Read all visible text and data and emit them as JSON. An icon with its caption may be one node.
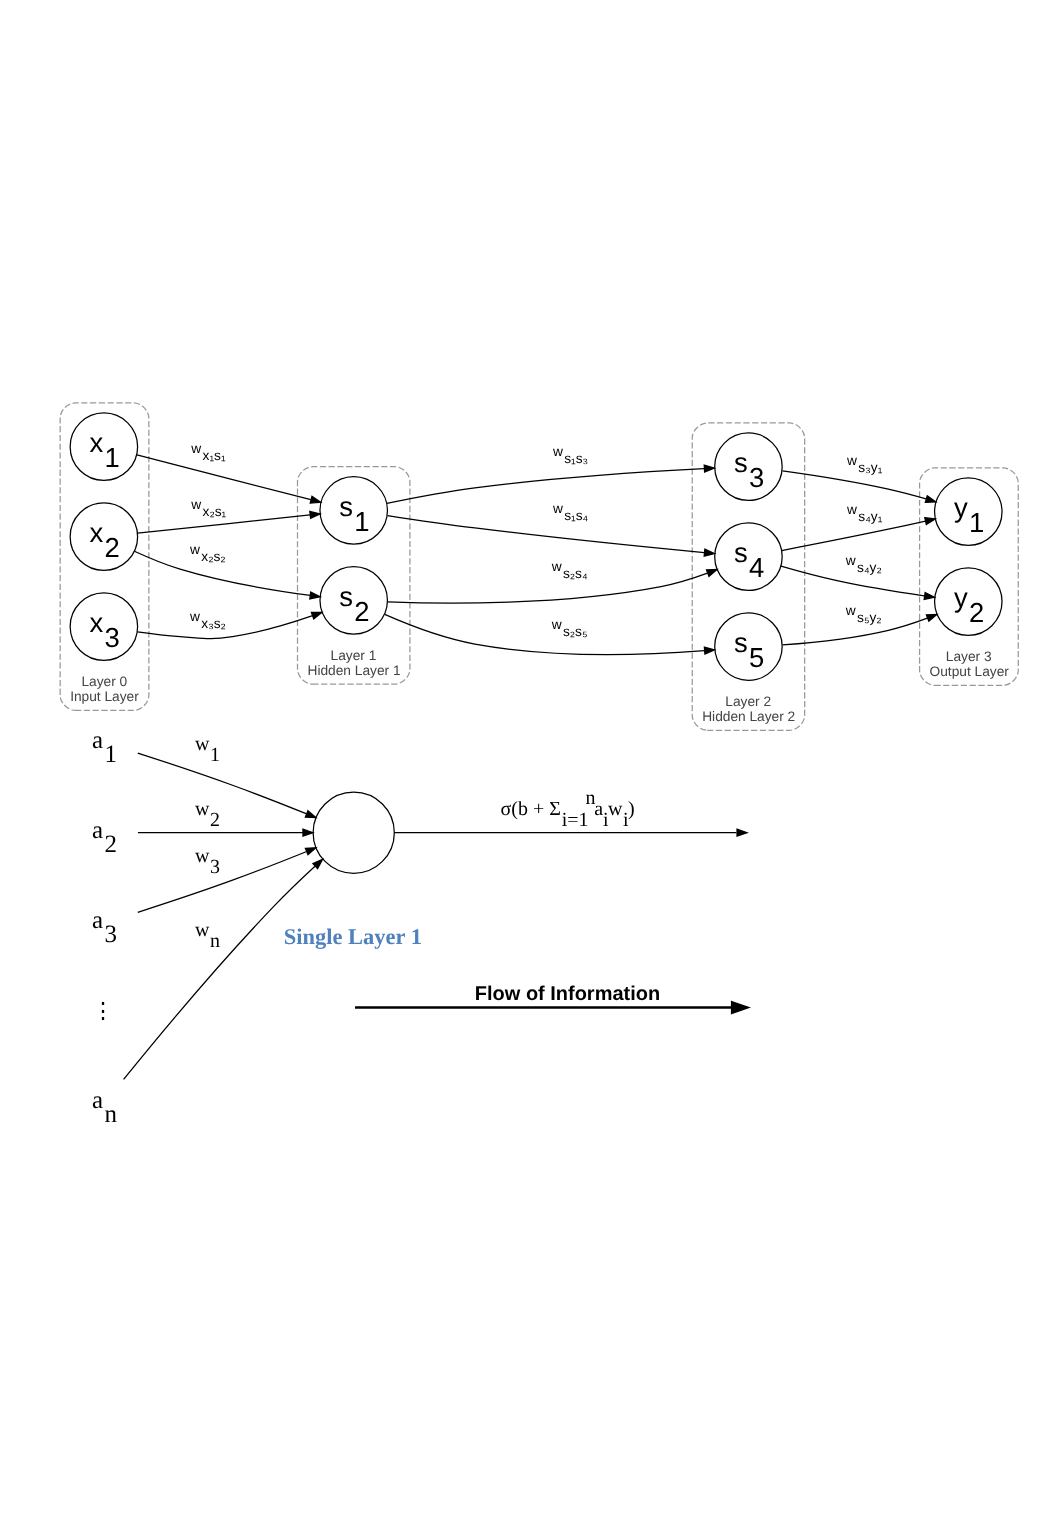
{
  "diagram": {
    "nodes": [
      {
        "text": [
          "a$_{1}$"
        ]
      },
      {
        "text": [
          "a$_{2}$"
        ]
      },
      {
        "text": [
          "a$_{3}$"
        ]
      },
      {
        "text": [
          "a$_{n}$"
        ]
      },
      {
        "text": [],
        "shape": "circle"
      },
      {
        "text": [
          "Layer 0",
          "Input Layer"
        ]
      },
      {
        "text": [
          "x$_{1}$"
        ],
        "in": 5
      },
      {
        "text": [
          "x$_{2}$"
        ],
        "in": 5
      },
      {
        "text": [
          "x$_{3}$"
        ],
        "in": 5
      },
      {
        "text": [
          "Layer 1",
          "Hidden Layer 1"
        ]
      },
      {
        "text": [
          "s$_{1}$"
        ],
        "in": 9
      },
      {
        "text": [
          "s$_{2}$"
        ],
        "in": 9
      },
      {
        "text": [
          "Layer 2",
          "Hidden Layer 2"
        ]
      },
      {
        "text": [
          "s$_{3}$"
        ],
        "in": 12
      },
      {
        "text": [
          "s$_{4}$"
        ],
        "in": 12
      },
      {
        "text": [
          "s$_{5}$"
        ],
        "in": 12
      },
      {
        "text": [
          "Layer 3",
          "Output Layer"
        ]
      },
      {
        "text": [
          "y$_{1}$"
        ],
        "in": 16
      },
      {
        "text": [
          "y$_{2}$"
        ],
        "in": 16
      }
    ],
    "edges": [
      {
        "from": 0,
        "to": 4,
        "arrow": "to",
        "label": "w$_{1}$"
      },
      {
        "from": 1,
        "to": 4,
        "arrow": "to",
        "label": "w$_{2}$"
      },
      {
        "from": 2,
        "to": 4,
        "arrow": "to",
        "label": "w$_{3}$"
      },
      {
        "from": 3,
        "to": 4,
        "arrow": "to",
        "label": "w$_{n}$"
      },
      {
        "from": 4,
        "to": null,
        "arrow": "to",
        "label": "σ(b + Σ$_{i=1}$$^{n}$a$_{i}$w$_{i}$)"
      },
      {
        "from": 6,
        "to": 10,
        "arrow": "to",
        "label": "w$_{x₁s₁}$"
      },
      {
        "from": 7,
        "to": 10,
        "arrow": "to",
        "label": "w$_{x₂s₁}$"
      },
      {
        "from": 7,
        "to": 11,
        "arrow": "to",
        "label": "w$_{x₂s₂}$"
      },
      {
        "from": 8,
        "to": 11,
        "arrow": "to",
        "label": "w$_{x₃s₂}$"
      },
      {
        "from": 10,
        "to": 13,
        "arrow": "to",
        "label": "w$_{s₁s₃}$"
      },
      {
        "from": 10,
        "to": 14,
        "arrow": "to",
        "label": "w$_{s₁s₄}$"
      },
      {
        "from": 11,
        "to": 14,
        "arrow": "to",
        "label": "w$_{s₂s₄}$"
      },
      {
        "from": 11,
        "to": 15,
        "arrow": "to",
        "label": "w$_{s₂s₅}$"
      },
      {
        "from": 13,
        "to": 17,
        "arrow": "to",
        "label": "w$_{s₃y₁}$"
      },
      {
        "from": 14,
        "to": 17,
        "arrow": "to",
        "label": "w$_{s₄y₁}$"
      },
      {
        "from": 14,
        "to": 18,
        "arrow": "to",
        "label": "w$_{s₄y₂}$"
      },
      {
        "from": 15,
        "to": 18,
        "arrow": "to",
        "label": "w$_{s₅y₂}$"
      }
    ],
    "labels": [
      "⋮",
      "Single Layer 1",
      "Flow of Information"
    ]
  }
}
